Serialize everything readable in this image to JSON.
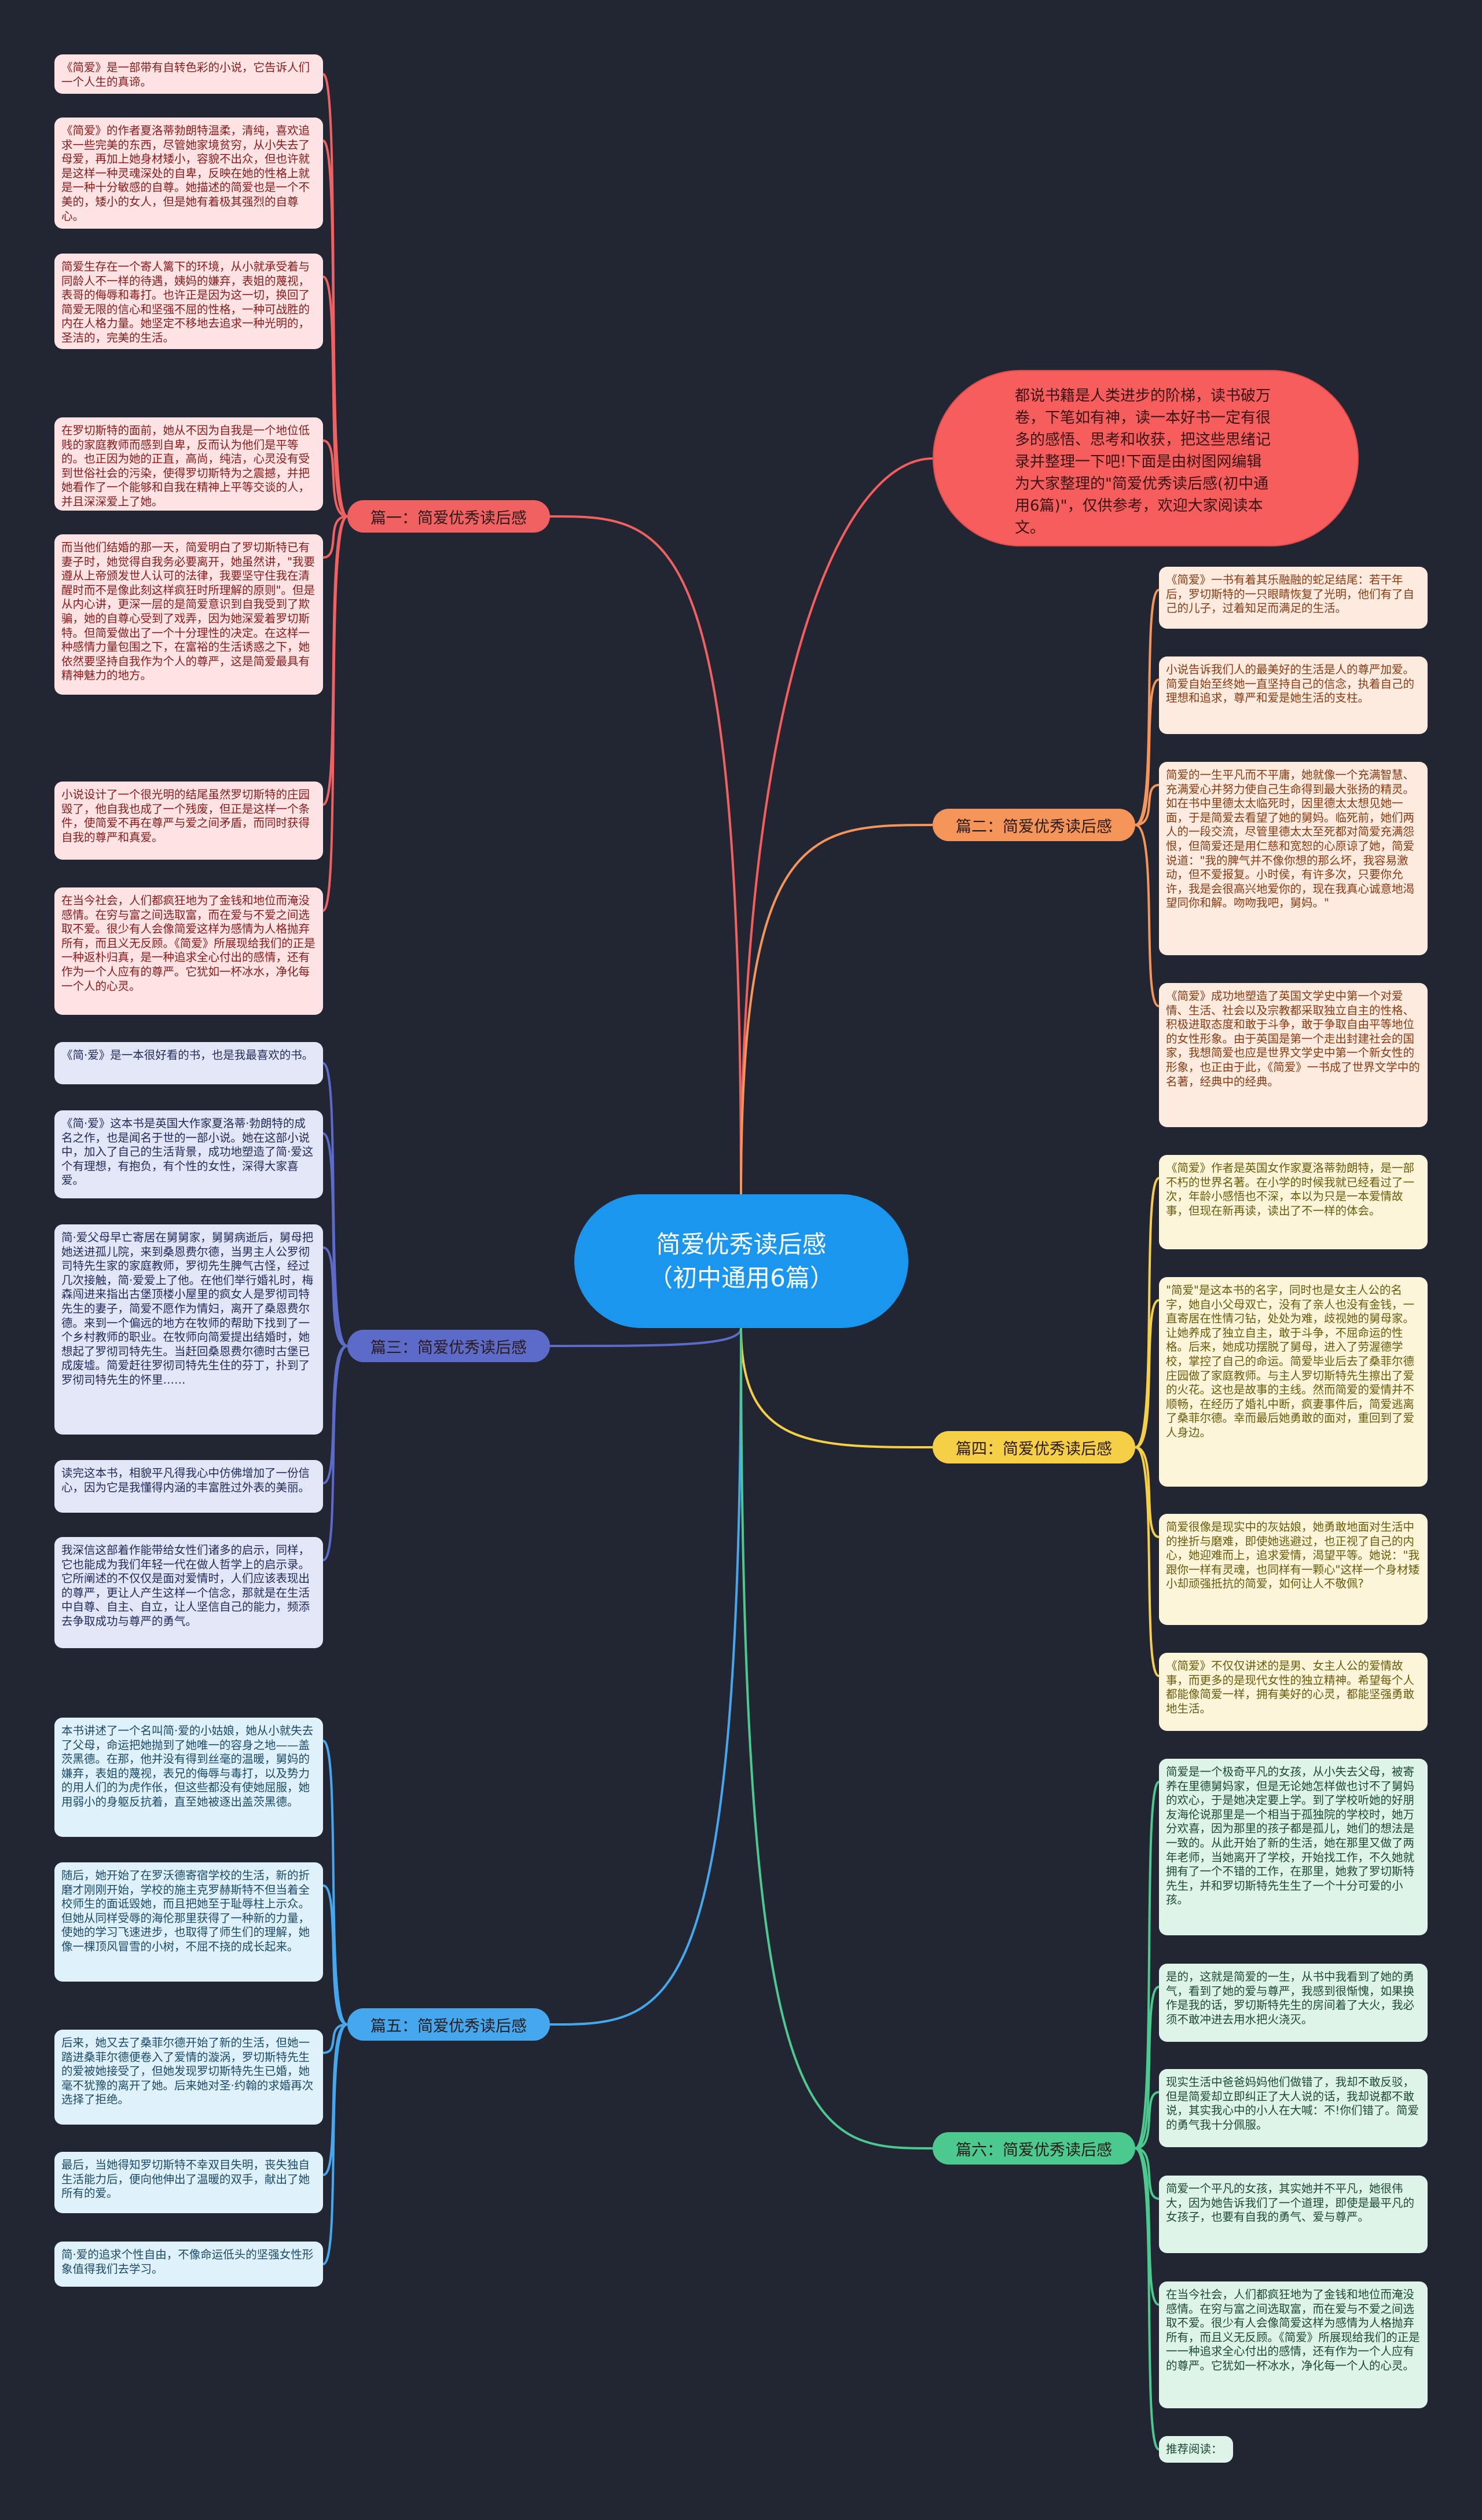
{
  "root": {
    "title": "简爱优秀读后感（初中通用6篇）"
  },
  "intro": {
    "text": "都说书籍是人类进步的阶梯，读书破万卷，下笔如有神，读一本好书一定有很多的感悟、思考和收获，把这些思绪记录并整理一下吧!下面是由树图网编辑为大家整理的\"简爱优秀读后感(初中通用6篇)\"，仅供参考，欢迎大家阅读本文。",
    "color": "#f65d5d"
  },
  "branches": [
    {
      "label": "篇一：简爱优秀读后感",
      "side": "left",
      "color": "#f26161",
      "leaf_bg": "#fde3e3",
      "leaf_text": "#8a1a1a",
      "leaves": [
        "《简爱》是一部带有自转色彩的小说，它告诉人们一个人生的真谛。",
        "《简爱》的作者夏洛蒂勃朗特温柔，清纯，喜欢追求一些完美的东西，尽管她家境贫穷，从小失去了母爱，再加上她身材矮小，容貌不出众，但也许就是这样一种灵魂深处的自卑，反映在她的性格上就是一种十分敏感的自尊。她描述的简爱也是一个不美的，矮小的女人，但是她有着极其强烈的自尊心。",
        "简爱生存在一个寄人篱下的环境，从小就承受着与同龄人不一样的待遇，姨妈的嫌弃，表姐的蔑视，表哥的侮辱和毒打。也许正是因为这一切，换回了简爱无限的信心和坚强不屈的性格，一种可战胜的内在人格力量。她坚定不移地去追求一种光明的，圣洁的，完美的生活。",
        "在罗切斯特的面前，她从不因为自我是一个地位低贱的家庭教师而感到自卑，反而认为他们是平等的。也正因为她的正直，高尚，纯洁，心灵没有受到世俗社会的污染，使得罗切斯特为之震撼，并把她看作了一个能够和自我在精神上平等交谈的人，并且深深爱上了她。",
        "而当他们结婚的那一天，简爱明白了罗切斯特已有妻子时，她觉得自我务必要离开，她虽然讲，\"我要遵从上帝颁发世人认可的法律，我要坚守住我在清醒时而不是像此刻这样疯狂时所理解的原则\"。但是从内心讲，更深一层的是简爱意识到自我受到了欺骗，她的自尊心受到了戏弄，因为她深爱着罗切斯特。但简爱做出了一个十分理性的决定。在这样一种感情力量包围之下，在富裕的生活诱惑之下，她依然要坚持自我作为个人的尊严，这是简爱最具有精神魅力的地方。",
        "小说设计了一个很光明的结尾虽然罗切斯特的庄园毁了，他自我也成了一个残废，但正是这样一个条件，使简爱不再在尊严与爱之间矛盾，而同时获得自我的尊严和真爱。",
        "在当今社会，人们都疯狂地为了金钱和地位而淹没感情。在穷与富之间选取富，而在爱与不爱之间选取不爱。很少有人会像简爱这样为感情为人格抛弃所有，而且义无反顾。《简爱》所展现给我们的正是一种返朴归真，是一种追求全心付出的感情，还有作为一个人应有的尊严。它犹如一杯冰水，净化每一个人的心灵。"
      ]
    },
    {
      "label": "篇二：简爱优秀读后感",
      "side": "right",
      "color": "#f5955a",
      "leaf_bg": "#fdebe0",
      "leaf_text": "#8a3a10",
      "leaves": [
        "《简爱》一书有着其乐融融的蛇足结尾：若干年后，罗切斯特的一只眼睛恢复了光明，他们有了自己的儿子，过着知足而满足的生活。",
        "小说告诉我们人的最美好的生活是人的尊严加爱。简爱自始至终她一直坚持自己的信念，执着自己的理想和追求，尊严和爱是她生活的支柱。",
        "简爱的一生平凡而不平庸，她就像一个充满智慧、充满爱心并努力使自己生命得到最大张扬的精灵。如在书中里德太太临死时，因里德太太想见她一面，于是简爱去看望了她的舅妈。临死前，她们两人的一段交流，尽管里德太太至死都对简爱充满怨恨，但简爱还是用仁慈和宽恕的心原谅了她，简爱说道：\"我的脾气并不像你想的那么坏，我容易激动，但不爱报复。小时侯，有许多次，只要你允许，我是会很高兴地爱你的，现在我真心诚意地渴望同你和解。吻吻我吧，舅妈。\"",
        "《简爱》成功地塑造了英国文学史中第一个对爱情、生活、社会以及宗教都采取独立自主的性格、积极进取态度和敢于斗争，敢于争取自由平等地位的女性形象。由于英国是第一个走出封建社会的国家，我想简爱也应是世界文学史中第一个新女性的形象，也正由于此，《简爱》一书成了世界文学中的名著，经典中的经典。"
      ]
    },
    {
      "label": "篇三：简爱优秀读后感",
      "side": "left",
      "color": "#5c6bc8",
      "leaf_bg": "#e3e6f7",
      "leaf_text": "#1f2a5c",
      "leaves": [
        "《简·爱》是一本很好看的书，也是我最喜欢的书。",
        "《简·爱》这本书是英国大作家夏洛蒂·勃朗特的成名之作，也是闻名于世的一部小说。她在这部小说中，加入了自己的生活背景，成功地塑造了简·爱这个有理想，有抱负，有个性的女性，深得大家喜爱。",
        "简·爱父母早亡寄居在舅舅家，舅舅病逝后，舅母把她送进孤儿院，来到桑恩费尔德，当男主人公罗彻司特先生家的家庭教师，罗彻先生脾气古怪，经过几次接触，简·爱爱上了他。在他们举行婚礼时，梅森闯进来指出古堡顶楼小屋里的疯女人是罗彻司特先生的妻子，简爱不愿作为情妇，离开了桑恩费尔德。来到一个偏远的地方在牧师的帮助下找到了一个乡村教师的职业。在牧师向简爱提出结婚时，她想起了罗彻司特先生。当赶回桑恩费尔德时古堡已成废墟。简爱赶往罗彻司特先生住的芬丁，扑到了罗彻司特先生的怀里……",
        "读完这本书，相貌平凡得我心中仿佛增加了一份信心，因为它是我懂得内涵的丰富胜过外表的美丽。",
        "我深信这部着作能带给女性们诸多的启示，同样，它也能成为我们年轻一代在做人哲学上的启示录。它所阐述的不仅仅是面对爱情时，人们应该表现出的尊严，更让人产生这样一个信念，那就是在生活中自尊、自主、自立，让人坚信自己的能力，频添去争取成功与尊严的勇气。"
      ]
    },
    {
      "label": "篇四：简爱优秀读后感",
      "side": "right",
      "color": "#f5cf45",
      "leaf_bg": "#fdf5d9",
      "leaf_text": "#6b5a0a",
      "leaves": [
        "《简爱》作者是英国女作家夏洛蒂勃朗特，是一部不朽的世界名著。在小学的时候我就已经看过了一次，年龄小感悟也不深，本以为只是一本爱情故事，但现在新再读，读出了不一样的体会。",
        "\"简爱\"是这本书的名字，同时也是女主人公的名字，她自小父母双亡，没有了亲人也没有金钱，一直寄居在性情刁钻，处处为难，歧视她的舅母家。让她养成了独立自主，敢于斗争，不屈命运的性格。后来，她成功摆脱了舅母，进入了劳渥德学校，掌控了自己的命运。简爱毕业后去了桑菲尔德庄园做了家庭教师。与主人罗切斯特先生擦出了爱的火花。这也是故事的主线。然而简爱的爱情并不顺畅，在经历了婚礼中断，疯妻事件后，简爱逃离了桑菲尔德。幸而最后她勇敢的面对，重回到了爱人身边。",
        "简爱很像是现实中的灰姑娘，她勇敢地面对生活中的挫折与磨难，即使她逃避过，也正视了自己的内心，她迎难而上，追求爱情，渴望平等。她说：\"我跟你一样有灵魂，也同样有一颗心\"这样一个身材矮小却顽强抵抗的简爱，如何让人不敬佩?",
        "《简爱》不仅仅讲述的是男、女主人公的爱情故事，而更多的是现代女性的独立精神。希望每个人都能像简爱一样，拥有美好的心灵，都能坚强勇敢地生活。"
      ]
    },
    {
      "label": "篇五：简爱优秀读后感",
      "side": "left",
      "color": "#45a8ee",
      "leaf_bg": "#dff1fb",
      "leaf_text": "#1a4a6b",
      "leaves": [
        "本书讲述了一个名叫简·爱的小姑娘，她从小就失去了父母，命运把她抛到了她唯一的容身之地——盖茨黑德。在那，他并没有得到丝毫的温暖，舅妈的嫌弃，表姐的蔑视，表兄的侮辱与毒打，以及势力的用人们的为虎作伥，但这些都没有使她屈服，她用弱小的身躯反抗着，直至她被逐出盖茨黑德。",
        "随后，她开始了在罗沃德寄宿学校的生活，新的折磨才刚刚开始，学校的施主克罗赫斯特不但当着全校师生的面诋毁她，而且把她至于耻辱柱上示众。但她从同样受辱的海伦那里获得了一种新的力量，使她的学习飞速进步，也取得了师生们的理解，她像一棵顶风冒雪的小树，不屈不挠的成长起来。",
        "后来，她又去了桑菲尔德开始了新的生活，但她一踏进桑菲尔德便卷入了爱情的漩涡，罗切斯特先生的爱被她接受了，但她发现罗切斯特先生已婚，她毫不犹豫的离开了她。后来她对圣·约翰的求婚再次选择了拒绝。",
        "最后，当她得知罗切斯特不幸双目失明，丧失独自生活能力后，便向他伸出了温暖的双手，献出了她所有的爱。",
        "简·爱的追求个性自由，不像命运低头的坚强女性形象值得我们去学习。"
      ]
    },
    {
      "label": "篇六：简爱优秀读后感",
      "side": "right",
      "color": "#4cc98e",
      "leaf_bg": "#dff4e9",
      "leaf_text": "#1a4a32",
      "leaves": [
        "简爱是一个极奇平凡的女孩，从小失去父母，被寄养在里德舅妈家，但是无论她怎样做也讨不了舅妈的欢心，于是她决定要上学。到了学校听她的好朋友海伦说那里是一个相当于孤独院的学校时，她万分欢喜，因为那里的孩子都是孤儿，她们的想法是一致的。从此开始了新的生活，她在那里又做了两年老师，当她离开了学校，开始找工作，不久她就拥有了一个不错的工作，在那里，她救了罗切斯特先生，并和罗切斯特先生生了一个十分可爱的小孩。",
        "是的，这就是简爱的一生，从书中我看到了她的勇气，看到了她的爱与尊严，我感到很惭愧，如果换作是我的话，罗切斯特先生的房间着了大火，我必须不敢冲进去用水把火浇灭。",
        "现实生活中爸爸妈妈他们做错了，我却不敢反驳，但是简爱却立即纠正了大人说的话，我却说都不敢说，其实我心中的小人在大喊：不!你们错了。简爱的勇气我十分佩服。",
        "简爱一个平凡的女孩，其实她并不平凡，她很伟大，因为她告诉我们了一个道理，即使是最平凡的女孩子，也要有自我的勇气、爱与尊严。",
        "在当今社会，人们都疯狂地为了金钱和地位而淹没感情。在穷与富之间选取富，而在爱与不爱之间选取不爱。很少有人会像简爱这样为感情为人格抛弃所有，而且义无反顾。《简爱》所展现给我们的正是一一种追求全心付出的感情，还有作为一个人应有的尊严。它犹如一杯冰水，净化每一个人的心灵。",
        "推荐阅读："
      ]
    }
  ]
}
